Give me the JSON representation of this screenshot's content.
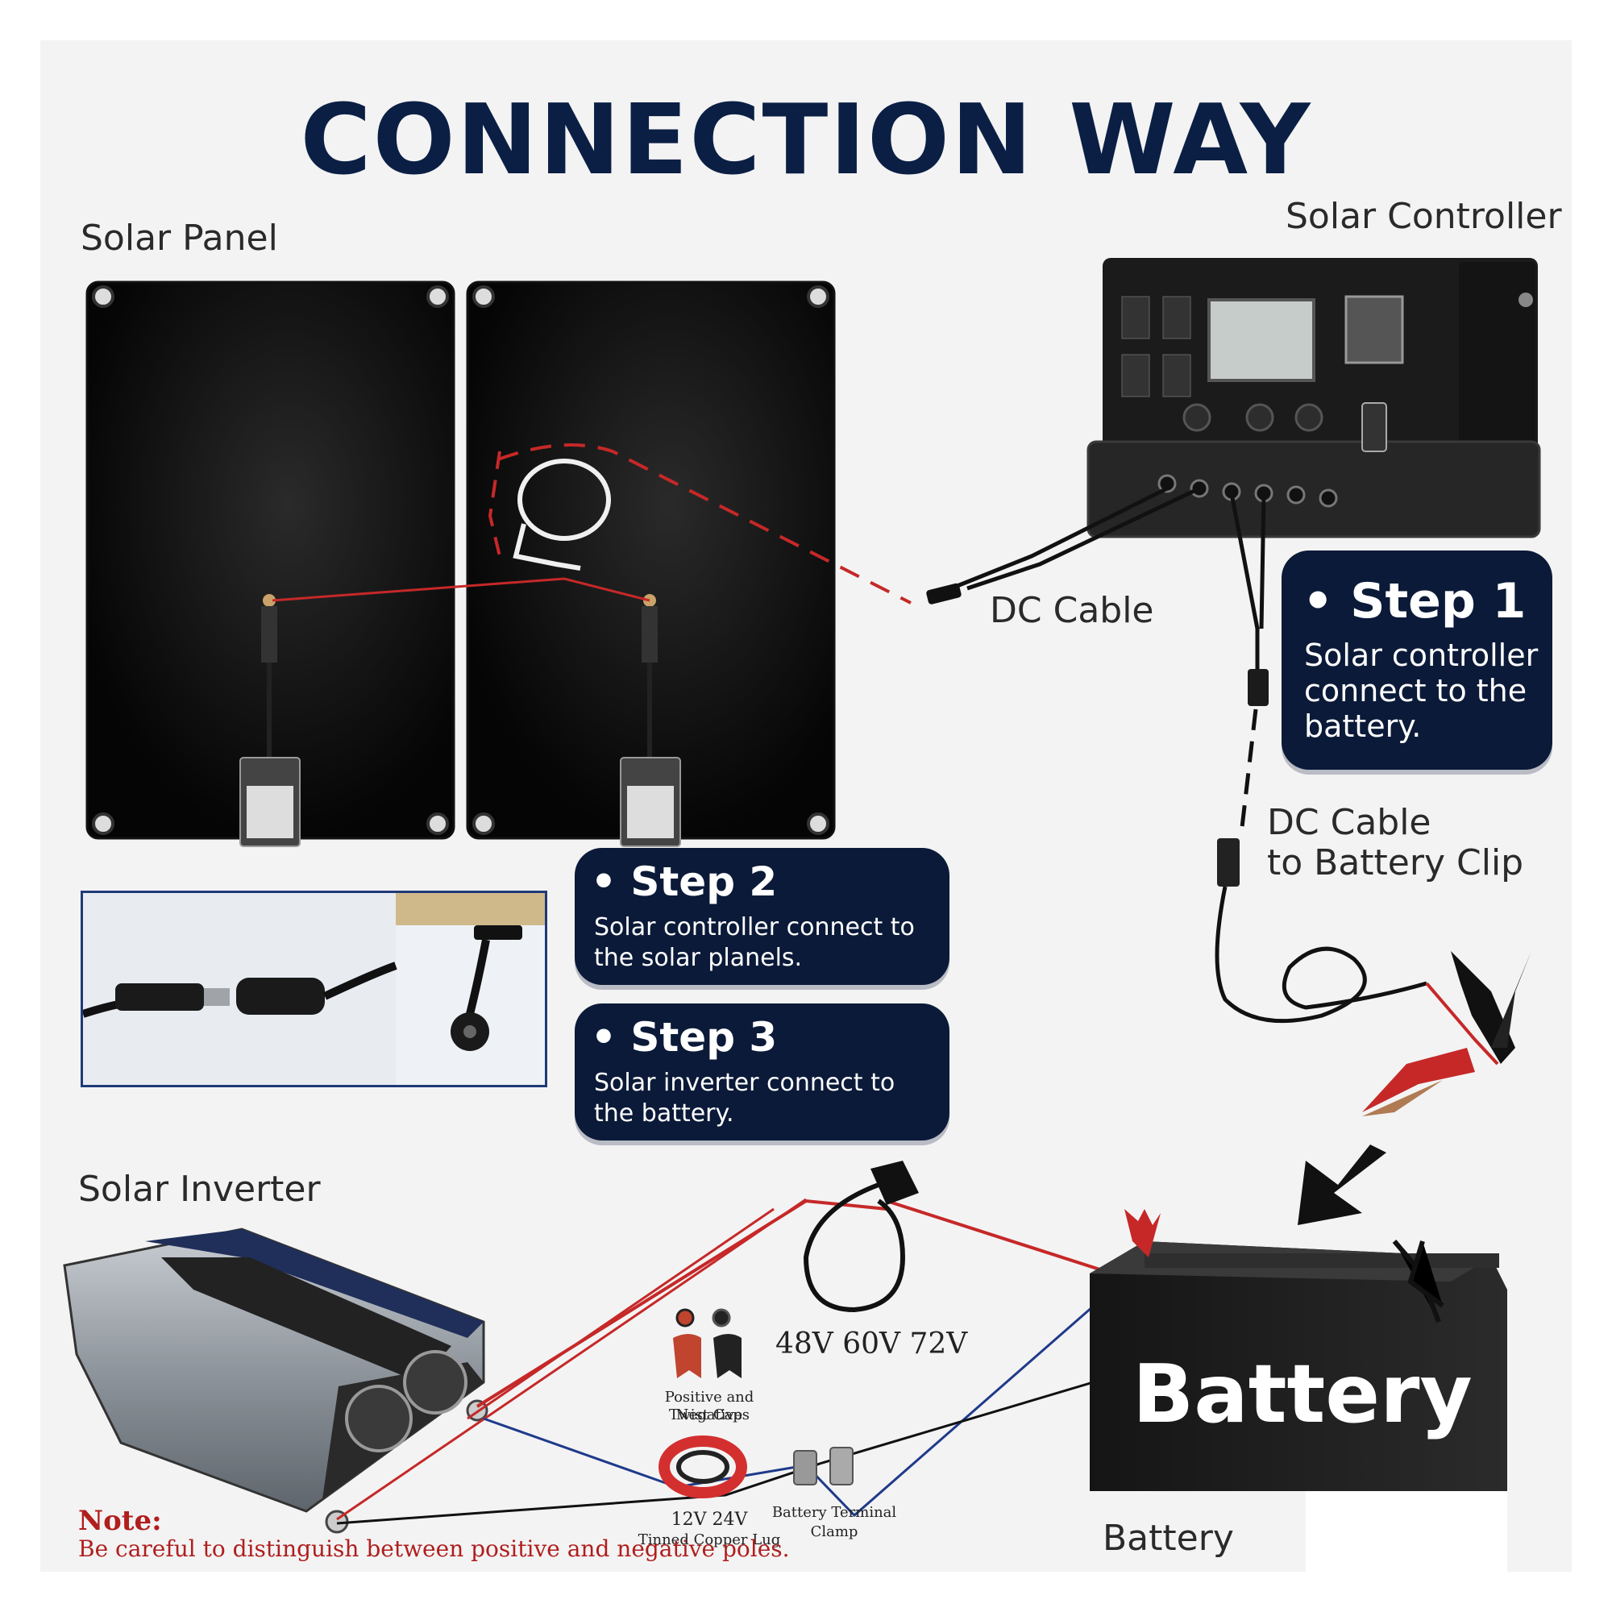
{
  "title": "CONNECTION WAY",
  "labels": {
    "solar_panel": "Solar Panel",
    "solar_controller": "Solar Controller",
    "dc_cable": "DC Cable",
    "dc_cable_battery_line1": "DC Cable",
    "dc_cable_battery_line2": "to Battery Clip",
    "solar_inverter": "Solar Inverter",
    "voltage": "48V 60V 72V",
    "twist_caps_line1": "Positive and Negative",
    "twist_caps_line2": "Twist Caps",
    "copper_lug_line1": "12V 24V",
    "copper_lug_line2": "Tinned Copper Lug",
    "terminal_clamp_line1": "Battery Terminal",
    "terminal_clamp_line2": "Clamp",
    "battery_caption": "Battery",
    "battery_body": "Battery"
  },
  "steps": [
    {
      "heading": "• Step 1",
      "text": "Solar controller connect to the battery."
    },
    {
      "heading": "• Step 2",
      "text": "Solar controller connect to the solar planels."
    },
    {
      "heading": "• Step 3",
      "text": "Solar inverter connect to the battery."
    }
  ],
  "note": {
    "heading": "Note:",
    "text": "Be careful to distinguish between positive and negative poles."
  },
  "colors": {
    "title": "#0b1f45",
    "step_box": "#0b1a38",
    "positive_wire": "#c62828",
    "negative_wire": "#1f3a8a",
    "note": "#b01e1e"
  }
}
